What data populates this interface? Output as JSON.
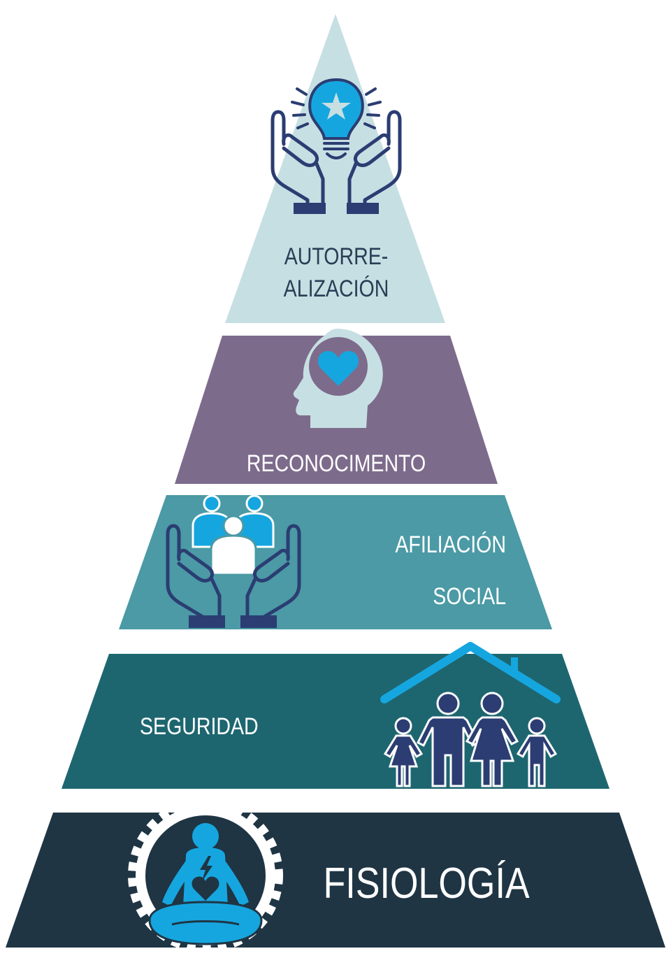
{
  "levels": [
    {
      "id": "self-actualization",
      "label_line1": "AUTORRE-",
      "label_line2": "ALIZACIÓN",
      "color": "#c6dfe3",
      "text_color": "#2a3d55",
      "icon": "lightbulb-star-in-hands-icon"
    },
    {
      "id": "esteem",
      "label": "RECONOCIMENTO",
      "color": "#7d6b8c",
      "text_color": "#ffffff",
      "icon": "head-with-heart-icon"
    },
    {
      "id": "belonging",
      "label_line1": "AFILIACIÓN",
      "label_line2": "SOCIAL",
      "color": "#4b9aa5",
      "text_color": "#ffffff",
      "icon": "people-in-hands-icon"
    },
    {
      "id": "safety",
      "label": "SEGURIDAD",
      "color": "#1d6670",
      "text_color": "#ffffff",
      "icon": "family-under-roof-icon"
    },
    {
      "id": "physiological",
      "label": "FISIOLOGÍA",
      "color": "#1f3544",
      "text_color": "#ffffff",
      "icon": "meditating-person-in-gear-icon"
    }
  ],
  "colors": {
    "icon_navy": "#2b3d72",
    "icon_blue": "#16a6df",
    "icon_light": "#c6dfe3",
    "background": "#ffffff"
  }
}
